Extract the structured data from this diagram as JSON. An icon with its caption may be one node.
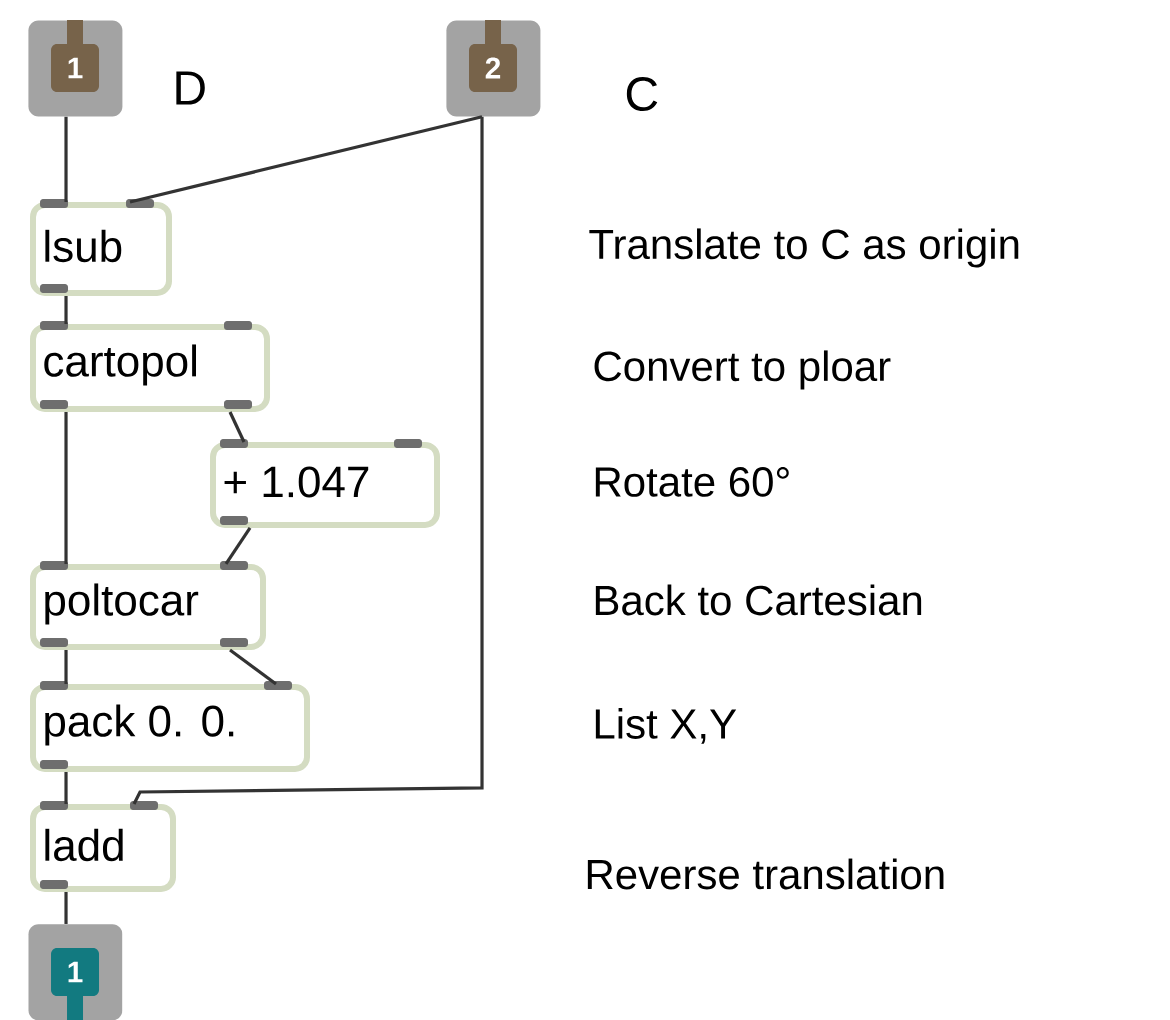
{
  "diagram": {
    "nodes": [
      {
        "text": [
          "1"
        ]
      },
      {
        "text": [
          "2"
        ]
      },
      {
        "text": [
          "lsub"
        ]
      },
      {
        "text": [
          "cartopol"
        ]
      },
      {
        "text": [
          "+ 1.047"
        ]
      },
      {
        "text": [
          "poltocar"
        ]
      },
      {
        "text": [
          "pack 0. 0."
        ]
      },
      {
        "text": [
          "ladd"
        ]
      },
      {
        "text": [
          "1"
        ]
      }
    ],
    "edges": [
      {
        "from": 0,
        "to": 2,
        "arrow": "none"
      },
      {
        "from": 1,
        "to": 2,
        "arrow": "none"
      },
      {
        "from": 2,
        "to": 3,
        "arrow": "none"
      },
      {
        "from": 3,
        "to": 5,
        "arrow": "none"
      },
      {
        "from": 3,
        "to": 4,
        "arrow": "none"
      },
      {
        "from": 4,
        "to": 5,
        "arrow": "none"
      },
      {
        "from": 5,
        "to": 6,
        "arrow": "none"
      },
      {
        "from": 5,
        "to": 6,
        "arrow": "none"
      },
      {
        "from": 6,
        "to": 7,
        "arrow": "none"
      },
      {
        "from": 1,
        "to": 7,
        "arrow": "none"
      },
      {
        "from": 7,
        "to": 8,
        "arrow": "none"
      }
    ],
    "labels": [
      "D",
      "C",
      "Translate to C as origin",
      "Convert to ploar",
      "Rotate 60°",
      "Back to Cartesian",
      "List X,Y",
      "Reverse translation"
    ]
  }
}
